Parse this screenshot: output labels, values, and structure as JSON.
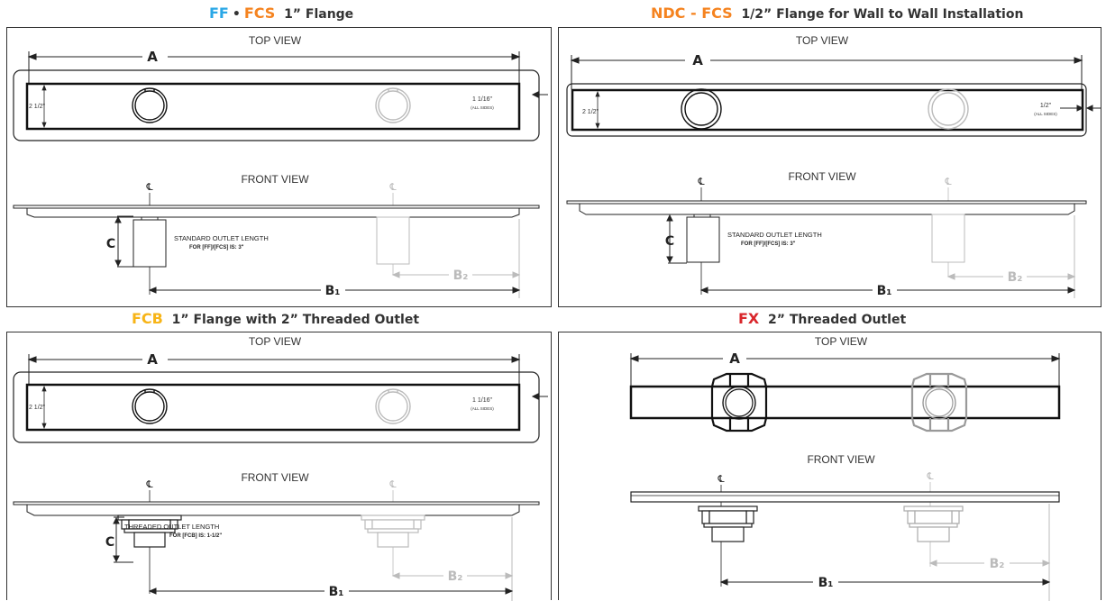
{
  "panels": {
    "ff_fcs": {
      "code1": "FF",
      "code1_color": "#2aa7e6",
      "sep": "•",
      "code2": "FCS",
      "code2_color": "#f5831f",
      "title": "1” Flange",
      "top_view": "TOP VIEW",
      "front_view": "FRONT VIEW",
      "dim_a": "A",
      "dim_b1": "B₁",
      "dim_b2": "B₂",
      "dim_c": "C",
      "width_label": "2 1/2\"",
      "flange_label": "1 1/16\"",
      "flange_note": "(ALL SIDES)",
      "outlet_note_1": "STANDARD OUTLET LENGTH",
      "outlet_note_2": "FOR [FF]/[FCS] IS: 3\"",
      "centerline": "℄"
    },
    "ndc_fcs": {
      "code1": "NDC - FCS",
      "code1_color": "#f5831f",
      "title": "1/2” Flange for Wall to Wall Installation",
      "top_view": "TOP VIEW",
      "front_view": "FRONT VIEW",
      "dim_a": "A",
      "dim_b1": "B₁",
      "dim_b2": "B₂",
      "dim_c": "C",
      "width_label": "2 1/2\"",
      "flange_label": "1/2\"",
      "flange_note": "(ALL SIDES)",
      "outlet_note_1": "STANDARD OUTLET LENGTH",
      "outlet_note_2": "FOR [FF]/[FCS] IS: 3\"",
      "centerline": "℄"
    },
    "fcb": {
      "code1": "FCB",
      "code1_color": "#f7b417",
      "title": "1” Flange with 2” Threaded Outlet",
      "top_view": "TOP VIEW",
      "front_view": "FRONT VIEW",
      "dim_a": "A",
      "dim_b1": "B₁",
      "dim_b2": "B₂",
      "dim_c": "C",
      "width_label": "2 1/2\"",
      "flange_label": "1 1/16\"",
      "flange_note": "(ALL SIDES)",
      "outlet_note_1": "THREADED OUTLET LENGTH",
      "outlet_note_2": "FOR [FCB] IS: 1-1/2\"",
      "centerline": "℄"
    },
    "fx": {
      "code1": "FX",
      "code1_color": "#d9262b",
      "title": "2” Threaded Outlet",
      "top_view": "TOP VIEW",
      "front_view": "FRONT VIEW",
      "dim_a": "A",
      "dim_b1": "B₁",
      "dim_b2": "B₂",
      "centerline": "℄"
    }
  },
  "colors": {
    "line": "#222222",
    "ghost": "#bbbbbb",
    "frame": "#333333"
  }
}
